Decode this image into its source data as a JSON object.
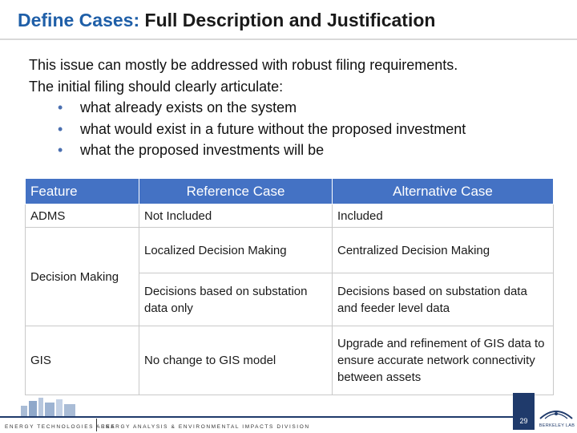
{
  "title": {
    "accent": "Define Cases:",
    "rest": "Full Description and Justification"
  },
  "intro": {
    "line1": "This issue can mostly be addressed with robust filing requirements.",
    "line2": "The initial filing should clearly articulate:",
    "bullets": [
      "what already exists on the system",
      "what would exist in a future without the proposed investment",
      "what the proposed investments will be"
    ]
  },
  "table": {
    "headers": [
      "Feature",
      "Reference Case",
      "Alternative Case"
    ],
    "rows": [
      {
        "feature": "ADMS",
        "reference": "Not Included",
        "alternative": "Included"
      },
      {
        "feature": "Decision Making",
        "reference": "Localized Decision Making",
        "alternative": "Centralized Decision Making"
      },
      {
        "feature": "",
        "reference": "Decisions based on substation data only",
        "alternative": "Decisions based on substation data and feeder level data"
      },
      {
        "feature": "GIS",
        "reference": "No change to GIS model",
        "alternative": "Upgrade and refinement of GIS data to ensure accurate network connectivity between assets"
      }
    ]
  },
  "footer": {
    "org1": "Energy Technologies Area",
    "org2": "Energy Analysis & Environmental Impacts Division",
    "page": "29",
    "lab": "BERKELEY LAB"
  }
}
